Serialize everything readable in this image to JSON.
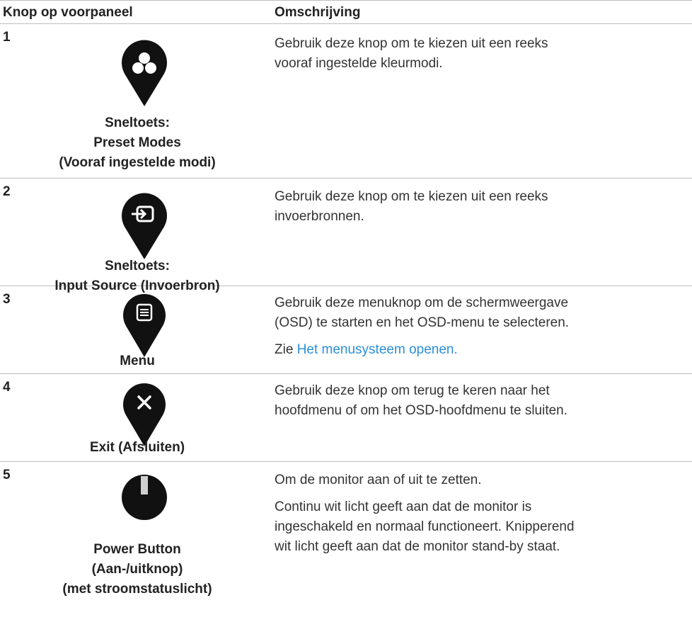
{
  "header": {
    "col1": "Knop op voorpaneel",
    "col2": "Omschrijving"
  },
  "rows": [
    {
      "number": "1",
      "label_lines": [
        "Sneltoets:",
        "Preset Modes",
        "(Vooraf ingestelde modi)"
      ],
      "desc": [
        "Gebruik deze knop om te kiezen uit een reeks",
        "vooraf ingestelde kleurmodi."
      ],
      "icon": "preset-modes-icon"
    },
    {
      "number": "2",
      "label_lines": [
        "Sneltoets:",
        "Input Source (Invoerbron)"
      ],
      "desc": [
        "Gebruik deze knop om te kiezen uit een reeks",
        "invoerbronnen."
      ],
      "icon": "input-source-icon"
    },
    {
      "number": "3",
      "label_lines": [
        "Menu"
      ],
      "desc": [
        "Gebruik deze menuknop om de schermweergave",
        "(OSD) te starten en het OSD-menu te selecteren."
      ],
      "desc2_prefix": "Zie ",
      "desc2_link": "Het menusysteem openen.",
      "icon": "menu-icon"
    },
    {
      "number": "4",
      "label_lines": [
        "Exit (Afsluiten)"
      ],
      "desc": [
        "Gebruik deze knop om terug te keren naar het",
        "hoofdmenu of om het OSD-hoofdmenu te sluiten."
      ],
      "icon": "close-icon"
    },
    {
      "number": "5",
      "label_lines": [
        "Power Button",
        "(Aan-/uitknop)",
        "(met stroomstatuslicht)"
      ],
      "desc": [
        "Om de monitor aan of uit te zetten."
      ],
      "desc2_lines": [
        "Continu wit licht geeft aan dat de monitor is",
        "ingeschakeld en normaal functioneert. Knipperend",
        "wit licht geeft aan dat de monitor stand-by staat."
      ],
      "icon": "power-icon"
    }
  ],
  "colors": {
    "link": "#2a8fd6",
    "icon": "#111111",
    "rule": "#bdbdbd"
  }
}
